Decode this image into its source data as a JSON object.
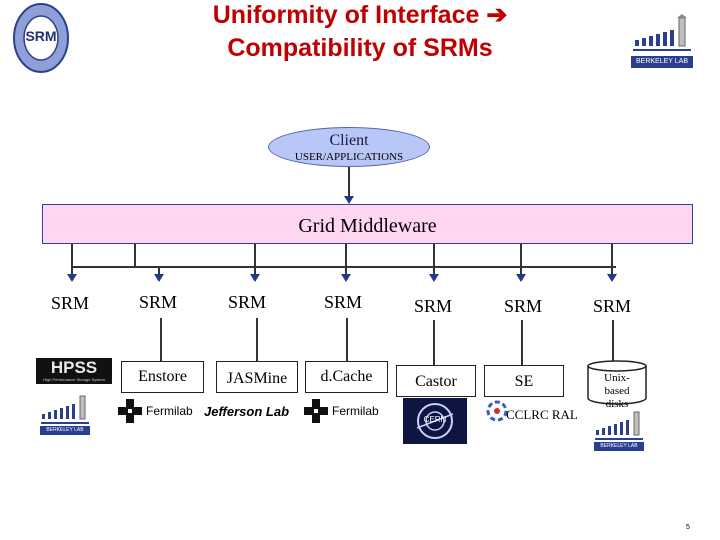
{
  "title": {
    "line1": "Uniformity of Interface",
    "arrow": "➔",
    "line2": "Compatibility of SRMs"
  },
  "logos": {
    "srm_seal_text": "SRM",
    "berkeley_lab": "BERKELEY LAB",
    "fermilab": "Fermilab",
    "jefferson_lab": "Jefferson Lab",
    "hpss": "HPSS",
    "hpss_tagline": "High Performance Storage System",
    "cern": "CERN"
  },
  "client": {
    "label": "Client",
    "sublabel": "USER/APPLICATIONS"
  },
  "middleware": {
    "label": "Grid Middleware"
  },
  "srm_label": "SRM",
  "systems": [
    {
      "srm": "SRM",
      "name": ""
    },
    {
      "srm": "SRM",
      "name": "Enstore"
    },
    {
      "srm": "SRM",
      "name": "JASMine"
    },
    {
      "srm": "SRM",
      "name": "d.Cache"
    },
    {
      "srm": "SRM",
      "name": "Castor"
    },
    {
      "srm": "SRM",
      "name": "SE"
    },
    {
      "srm": "SRM",
      "name": "Unix-based disks"
    }
  ],
  "cclrc": "CCLRC RAL",
  "page_number": "5",
  "colors": {
    "title": "#c00000",
    "client_fill": "#b8c7f7",
    "middleware_fill": "#ffd5f2",
    "arrow": "#1f3a8a"
  }
}
